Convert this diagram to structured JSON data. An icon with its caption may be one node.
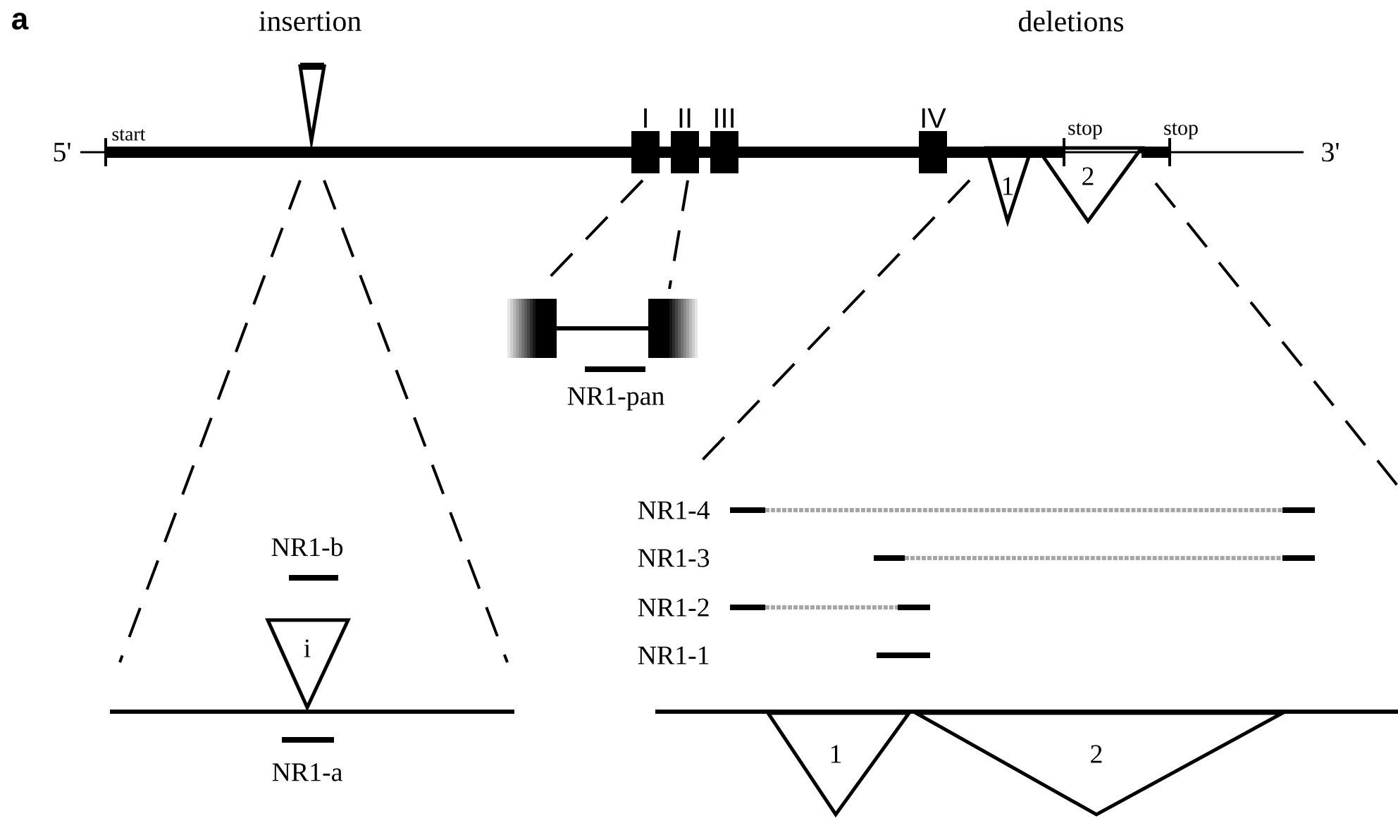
{
  "diagram": {
    "nodes": [
      {
        "text": [],
        "shape": "triangle"
      },
      {
        "text": [
          "I"
        ]
      },
      {
        "text": [
          "II"
        ]
      },
      {
        "text": [
          "III"
        ]
      },
      {
        "text": [
          "IV"
        ]
      },
      {
        "text": [
          "1"
        ]
      },
      {
        "text": [
          "2"
        ]
      },
      {
        "text": [
          "i"
        ]
      },
      {
        "text": [
          "1"
        ]
      },
      {
        "text": [
          "2"
        ]
      }
    ],
    "labels": [
      "a",
      "insertion",
      "deletions",
      "5'",
      "start",
      "stop",
      "stop",
      "3'",
      "NR1-pan",
      "NR1-4",
      "NR1-3",
      "NR1-2",
      "NR1-1",
      "NR1-b",
      "NR1-a"
    ]
  }
}
